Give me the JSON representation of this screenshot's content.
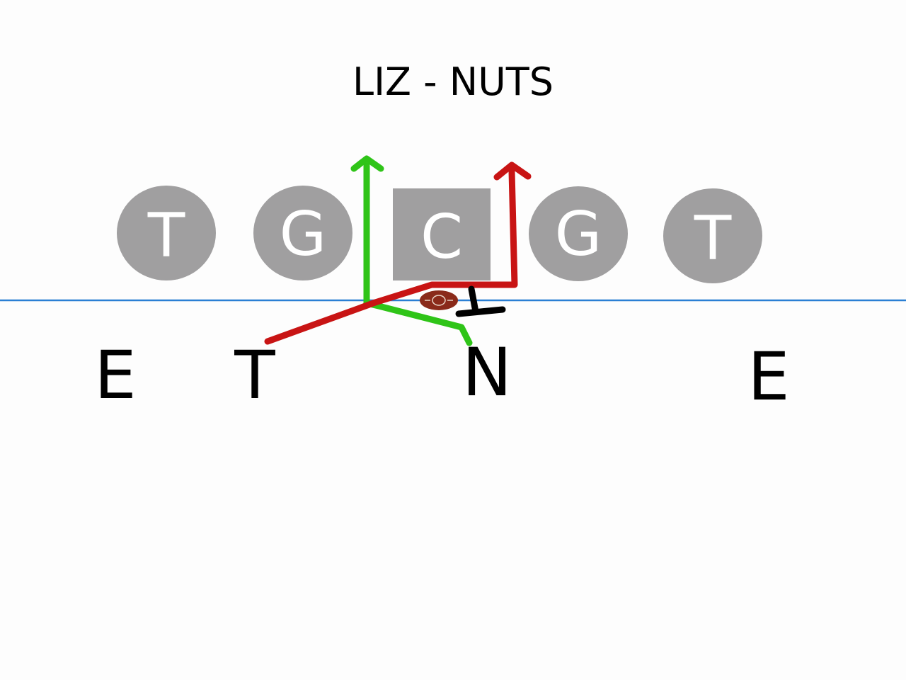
{
  "title": "LIZ - NUTS",
  "colors": {
    "offense_fill": "#a09fa0",
    "line_of_scrimmage": "#2a7fd4",
    "route_green": "#2fc418",
    "route_red": "#c81414",
    "block_black": "#000000",
    "ball": "#8a2a1a"
  },
  "offense": [
    {
      "label": "T",
      "shape": "circle"
    },
    {
      "label": "G",
      "shape": "circle"
    },
    {
      "label": "C",
      "shape": "square"
    },
    {
      "label": "G",
      "shape": "circle"
    },
    {
      "label": "T",
      "shape": "circle"
    }
  ],
  "defense": [
    {
      "label": "E"
    },
    {
      "label": "T"
    },
    {
      "label": "N"
    },
    {
      "label": "E"
    }
  ],
  "routes": [
    {
      "color": "green",
      "icon": "arrow-up-icon"
    },
    {
      "color": "red",
      "icon": "arrow-up-icon"
    },
    {
      "color": "black",
      "icon": "block-t-icon"
    }
  ],
  "ball_icon": "football-icon"
}
